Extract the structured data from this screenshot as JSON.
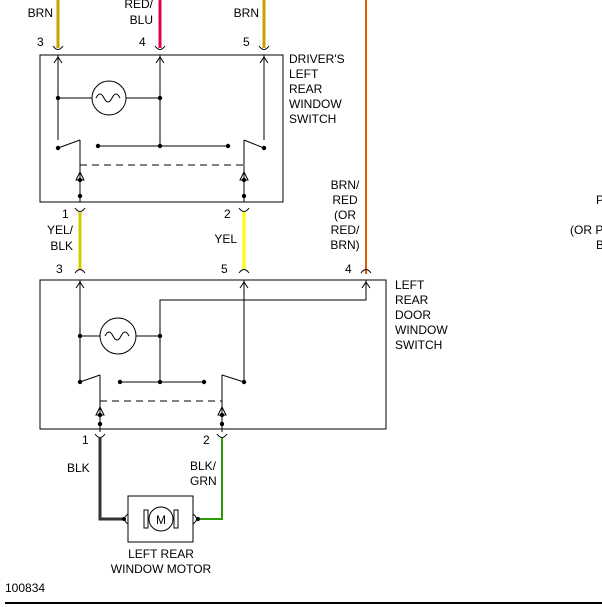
{
  "diagram_id": "100834",
  "colors": {
    "brn": "#c8a000",
    "red_blu": "#e0004a",
    "brn_red": "#e05a00",
    "yel_blk": "#d8c800",
    "yel": "#ffff00",
    "blk": "#333333",
    "blk_grn": "#2a9a00"
  },
  "top_wires": [
    {
      "pin": "3",
      "label_line1": "BRN",
      "label_line2": ""
    },
    {
      "pin": "4",
      "label_line1": "RED/",
      "label_line2": "BLU"
    },
    {
      "pin": "5",
      "label_line1": "BRN",
      "label_line2": ""
    }
  ],
  "drivers_switch": {
    "title_lines": [
      "DRIVER'S",
      "LEFT",
      "REAR",
      "WINDOW",
      "SWITCH"
    ],
    "bottom_pins": [
      "1",
      "2"
    ]
  },
  "middle_wires": {
    "left": {
      "line1": "YEL/",
      "line2": "BLK"
    },
    "right": {
      "line1": "YEL",
      "line2": ""
    },
    "far_right": {
      "lines": [
        "BRN/",
        "RED",
        "(OR",
        "RED/",
        "BRN)"
      ]
    }
  },
  "door_switch": {
    "title_lines": [
      "LEFT",
      "REAR",
      "DOOR",
      "WINDOW",
      "SWITCH"
    ],
    "top_pins": [
      "3",
      "5",
      "4"
    ],
    "bottom_pins": [
      "1",
      "2"
    ]
  },
  "motor_wires": {
    "left": "BLK",
    "right": {
      "line1": "BLK/",
      "line2": "GRN"
    }
  },
  "motor": {
    "symbol": "M",
    "name_lines": [
      "LEFT REAR",
      "WINDOW MOTOR"
    ]
  },
  "clipped_right_text": [
    "P",
    "(OR P",
    "B"
  ]
}
